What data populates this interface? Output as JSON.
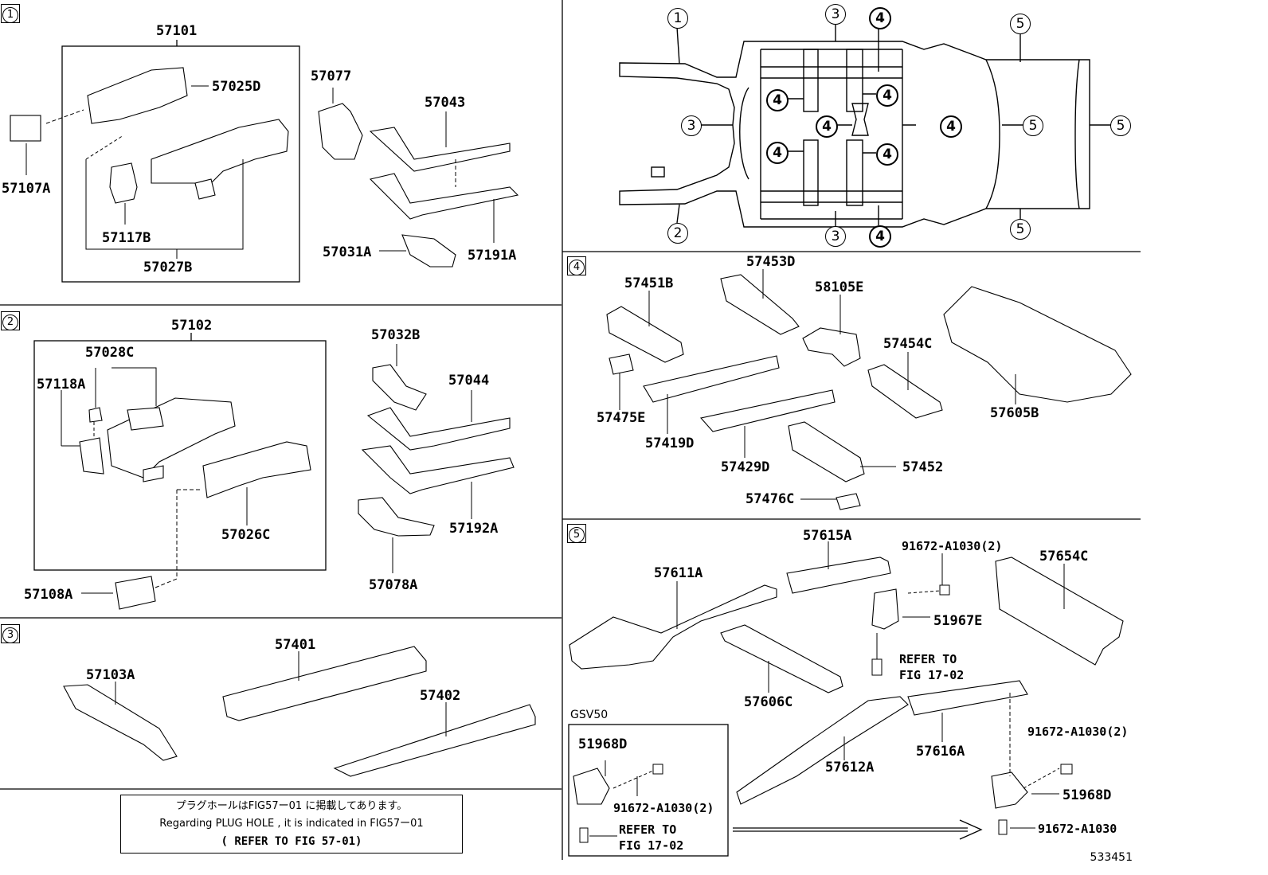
{
  "sections": [
    {
      "id": "1",
      "label": "1"
    },
    {
      "id": "2",
      "label": "2"
    },
    {
      "id": "3",
      "label": "3"
    },
    {
      "id": "4",
      "label": "4"
    },
    {
      "id": "5",
      "label": "5"
    }
  ],
  "section1": {
    "parts": [
      "57101",
      "57025D",
      "57107A",
      "57117B",
      "57027B",
      "57077",
      "57043",
      "57031A",
      "57191A"
    ]
  },
  "section2": {
    "parts": [
      "57102",
      "57028C",
      "57118A",
      "57026C",
      "57108A",
      "57032B",
      "57044",
      "57192A",
      "57078A"
    ]
  },
  "section3": {
    "parts": [
      "57103A",
      "57401",
      "57402"
    ]
  },
  "section4": {
    "parts": [
      "57451B",
      "57453D",
      "58105E",
      "57454C",
      "57605B",
      "57475E",
      "57419D",
      "57429D",
      "57452",
      "57476C"
    ]
  },
  "section5": {
    "parts": [
      "57615A",
      "91672-A1030(2)",
      "57654C",
      "57611A",
      "51967E",
      "REFER TO",
      "FIG 17-02",
      "57606C",
      "57612A",
      "57616A",
      "91672-A1030(2)",
      "51968D",
      "91672-A1030"
    ],
    "gsv_label": "GSV50",
    "gsv_parts": [
      "51968D",
      "91672-A1030(2)",
      "REFER TO",
      "FIG 17-02"
    ]
  },
  "overview": {
    "callouts": [
      "1",
      "3",
      "4",
      "5",
      "4",
      "4",
      "3",
      "4",
      "4",
      "5",
      "5",
      "4",
      "4",
      "2",
      "3",
      "4",
      "5"
    ]
  },
  "note": {
    "line1": "プラグホールはFIG57ー01 に掲載してあります。",
    "line2": "Regarding  PLUG HOLE , it is indicated in FIG57ー01",
    "line3": "( REFER TO FIG 57-01)"
  },
  "ref_number": "533451"
}
